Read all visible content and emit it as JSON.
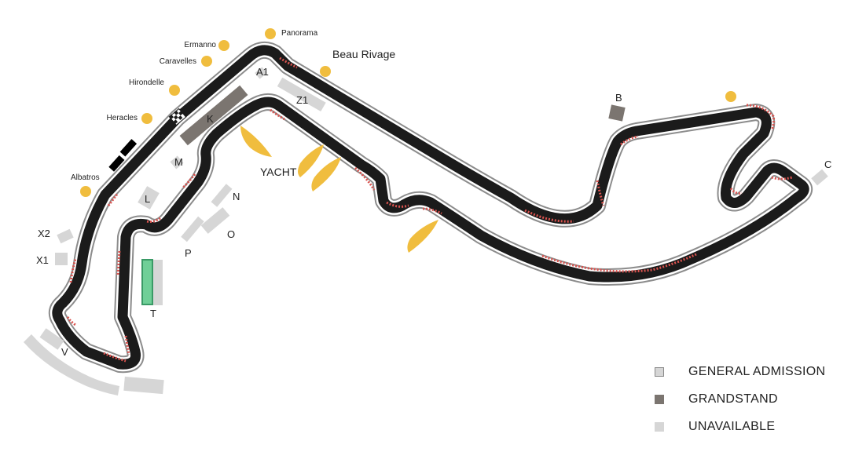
{
  "stands": {
    "A1": "A1",
    "Z1": "Z1",
    "K": "K",
    "M": "M",
    "L": "L",
    "N": "N",
    "O": "O",
    "P": "P",
    "T": "T",
    "V": "V",
    "X1": "X1",
    "X2": "X2",
    "B": "B",
    "C": "C"
  },
  "areas": {
    "yacht": "YACHT",
    "ermanno": "Ermanno",
    "panorama": "Panorama",
    "caravelles": "Caravelles",
    "beau_rivage": "Beau Rivage",
    "hirondelle": "Hirondelle",
    "heracles": "Heracles",
    "albatros": "Albatros"
  },
  "legend": {
    "general_admission": "GENERAL ADMISSION",
    "grandstand": "GRANDSTAND",
    "unavailable": "UNAVAILABLE"
  },
  "colors": {
    "track": "#1b1b1b",
    "kerb": "#d9534f",
    "grandstand": "#7b7570",
    "unavailable": "#d6d6d6",
    "general_admission": "#d6d6d6",
    "poi_marker": "#f0bd3e",
    "selected_stand": "#6fcf97"
  }
}
